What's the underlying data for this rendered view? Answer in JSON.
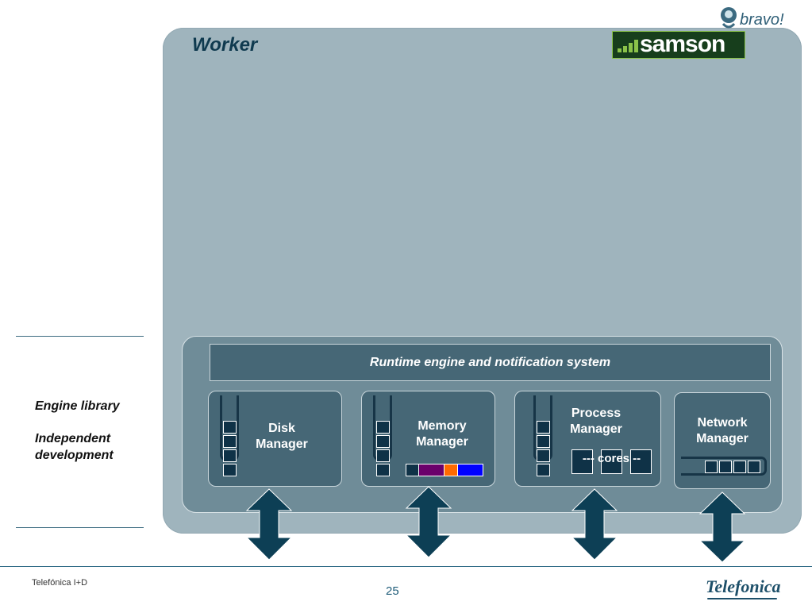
{
  "slide": {
    "title": "Worker",
    "page_number": "25",
    "footer_left": "Telefónica I+D",
    "footer_logo": "Telefonica",
    "logos": {
      "bravo": "bravo!",
      "samson": "samson"
    }
  },
  "engine": {
    "runtime_label": "Runtime engine and notification system",
    "managers": [
      {
        "line1": "Disk",
        "line2": "Manager"
      },
      {
        "line1": "Memory",
        "line2": "Manager"
      },
      {
        "line1": "Process",
        "line2": "Manager",
        "cores_label": "--- cores --"
      },
      {
        "line1": "Network",
        "line2": "Manager"
      }
    ],
    "memory_colors": [
      "#0f3247",
      "#6b006b",
      "#ff6a00",
      "#0000ff"
    ]
  },
  "side_notes": {
    "line1": "Engine library",
    "line2": "Independent",
    "line3": "development"
  },
  "colors": {
    "arrow": "#0d3f55",
    "panel": "#9fb4bd",
    "manager": "#466776"
  }
}
